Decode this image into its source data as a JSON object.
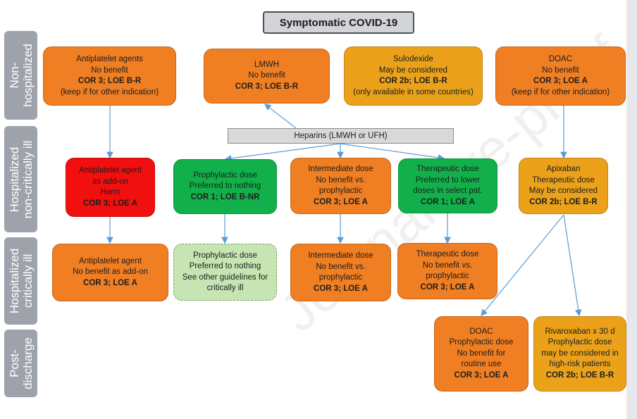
{
  "title": "Symptomatic COVID-19",
  "row_labels": {
    "non_hospitalized": [
      "Non-",
      "hospitalized"
    ],
    "hosp_noncritical": [
      "Hospitalized",
      "non-critically ill"
    ],
    "hosp_critical": [
      "Hospitalized",
      "critically ill"
    ],
    "post_discharge": [
      "Post-",
      "discharge"
    ]
  },
  "heparins": "Heparins (LMWH or UFH)",
  "boxes": {
    "antiplatelet_nonhosp": {
      "l1": "Antiplatelet agents",
      "l2": "No benefit",
      "l3": "COR 3; LOE B-R",
      "l4": "(keep if for other indication)"
    },
    "lmwh_nonhosp": {
      "l1": "LMWH",
      "l2": "No benefit",
      "l3": "COR 3; LOE B-R"
    },
    "sulodexide_nonhosp": {
      "l1": "Sulodexide",
      "l2": "May be considered",
      "l3": "COR 2b; LOE B-R",
      "l4": "(only available in some countries)"
    },
    "doac_nonhosp": {
      "l1": "DOAC",
      "l2": "No benefit",
      "l3": "COR 3; LOE A",
      "l4": "(keep if for other indication)"
    },
    "antiplatelet_noncrit": {
      "l1": "Antiplatelet agent",
      "l2": "as add-on",
      "l3": "Harm",
      "l4": "COR 3; LOE A"
    },
    "prophylactic_noncrit": {
      "l1": "Prophylactic dose",
      "l2": "Preferred to nothing",
      "l3": "COR 1; LOE B-NR"
    },
    "intermediate_noncrit": {
      "l1": "Intermediate dose",
      "l2": "No benefit vs.",
      "l3": "prophylactic",
      "l4": "COR 3; LOE A"
    },
    "therapeutic_noncrit": {
      "l1": "Therapeutic dose",
      "l2": "Preferred to lower",
      "l3": "doses in select pat.",
      "l4": "COR 1; LOE A"
    },
    "apixaban_noncrit": {
      "l1": "Apixaban",
      "l2": "Therapeutic dose",
      "l3": "May be considered",
      "l4": "COR 2b; LOE B-R"
    },
    "antiplatelet_crit": {
      "l1": "Antiplatelet agent",
      "l2": "No benefit as add-on",
      "l3": "COR 3; LOE A"
    },
    "prophylactic_crit": {
      "l1": "Prophylactic dose",
      "l2": "Preferred to nothing",
      "l3": "See other guidelines for",
      "l4": "critically ill"
    },
    "intermediate_crit": {
      "l1": "Intermediate dose",
      "l2": "No benefit vs.",
      "l3": "prophylactic",
      "l4": "COR 3; LOE A"
    },
    "therapeutic_crit": {
      "l1": "Therapeutic dose",
      "l2": "No benefit vs.",
      "l3": "prophylactic",
      "l4": "COR 3; LOE A"
    },
    "doac_post": {
      "l1": "DOAC",
      "l2": "Prophylactic dose",
      "l3": "No benefit for",
      "l4": "routine use",
      "l5": "COR 3; LOE A"
    },
    "rivaroxaban_post": {
      "l1": "Rivaroxaban x 30 d",
      "l2": "Prophylactic dose",
      "l3": "may be considered in",
      "l4": "high-risk patients",
      "l5": "COR 2b; LOE B-R"
    }
  },
  "watermark": "Journal Pre-proof",
  "colors": {
    "orange": "#f07e23",
    "amber": "#eba21a",
    "green": "#12b04b",
    "red": "#f10f0f",
    "light_green": "#c6e5b2",
    "row_label_gray": "#9ea3ab",
    "arrow_blue": "#5b9bd5"
  }
}
